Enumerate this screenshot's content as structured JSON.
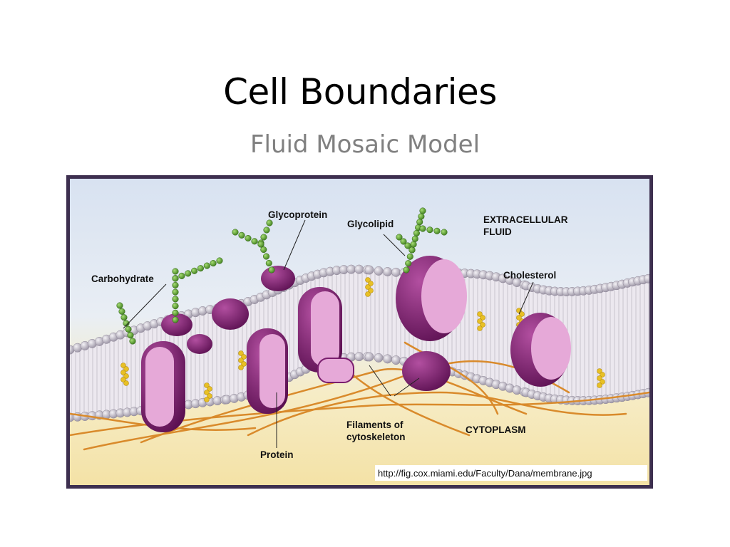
{
  "slide": {
    "title": "Cell Boundaries",
    "subtitle": "Fluid Mosaic Model"
  },
  "diagram": {
    "labels": {
      "carbohydrate": "Carbohydrate",
      "glycoprotein": "Glycoprotein",
      "glycolipid": "Glycolipid",
      "extracellular_line1": "EXTRACELLULAR",
      "extracellular_line2": "FLUID",
      "cholesterol": "Cholesterol",
      "filaments_line1": "Filaments of",
      "filaments_line2": "cytoskeleton",
      "cytoplasm": "CYTOPLASM",
      "protein": "Protein"
    },
    "source_url": "http://fig.cox.miami.edu/Faculty/Dana/membrane.jpg",
    "colors": {
      "extracellular_bg": "#dde6f2",
      "cytoplasm_bg": "#f4e6b0",
      "phospholipid_head": "#c9c4cf",
      "protein": "#7a1e6e",
      "protein_face": "#e6a9d8",
      "carbohydrate": "#6aa83b",
      "cholesterol": "#e8c025",
      "filament": "#d98a2b",
      "frame_border": "#3d2f4f"
    }
  }
}
